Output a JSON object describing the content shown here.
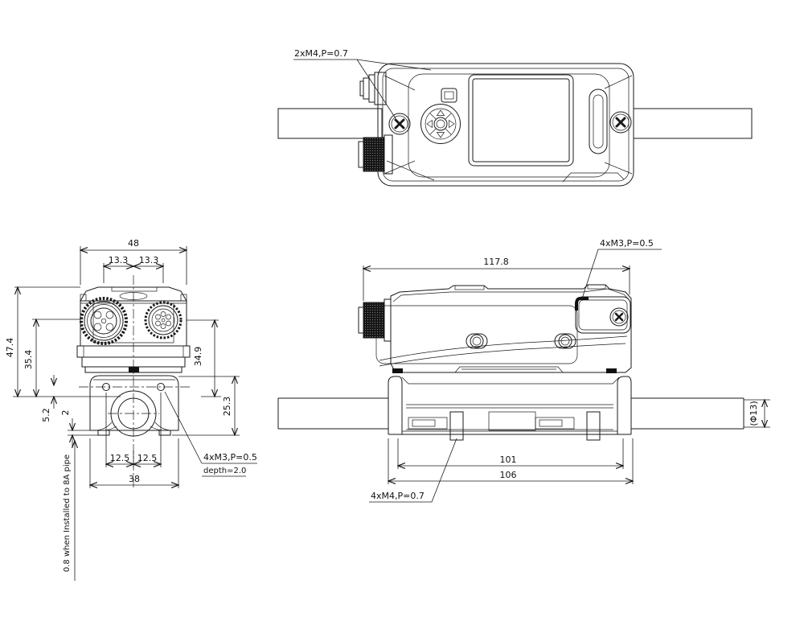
{
  "meta": {
    "bg": "#ffffff",
    "line_color": "#1a1a1a"
  },
  "views": {
    "top": {
      "thread_label": "2xM4,P=0.7"
    },
    "front": {
      "dim_width": "48",
      "dim_pitch_l": "13.3",
      "dim_pitch_r": "13.3",
      "dim_h_total": "47.4",
      "dim_h_conn": "35.4",
      "dim_offset": "5.2",
      "dim_gap": "2",
      "dim_h_right": "34.9",
      "dim_bracket_h": "25.3",
      "dim_foot_l": "12.5",
      "dim_foot_r": "12.5",
      "dim_base_w": "38",
      "thread_label": "4xM3,P=0.5",
      "thread_depth": "depth=2.0",
      "install_note": "0.8 when Installed to 8A pipe"
    },
    "side": {
      "dim_length": "117.8",
      "dim_mount_span": "101",
      "dim_mount_overall": "106",
      "dim_pipe": "(Φ13)",
      "thread_top_label": "4xM3,P=0.5",
      "thread_bottom_label": "4xM4,P=0.7"
    }
  }
}
